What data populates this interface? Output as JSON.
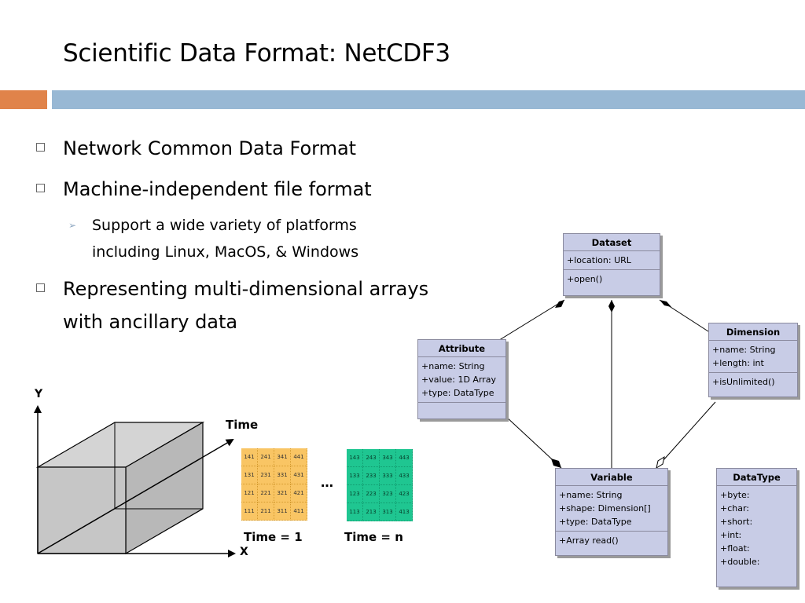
{
  "slide": {
    "title": "Scientific Data Format: NetCDF3",
    "bullets": [
      {
        "text": "Network Common Data Format"
      },
      {
        "text": "Machine-independent file format"
      },
      {
        "text": "Representing multi-dimensional arrays"
      },
      {
        "text": "with ancillary data"
      }
    ],
    "sub_bullets": [
      {
        "text": "Support a wide variety of platforms"
      },
      {
        "text": "including Linux, MacOS, & Windows"
      }
    ],
    "colors": {
      "accent_orange": "#E0834A",
      "accent_blue": "#98B8D4"
    }
  },
  "cube": {
    "axis_y": "Y",
    "axis_x": "X",
    "axis_time": "Time",
    "label_time1": "Time = 1",
    "label_timen": "Time = n",
    "ellipsis": "…",
    "grid1": [
      [
        "141",
        "241",
        "341",
        "441"
      ],
      [
        "131",
        "231",
        "331",
        "431"
      ],
      [
        "121",
        "221",
        "321",
        "421"
      ],
      [
        "111",
        "211",
        "311",
        "411"
      ]
    ],
    "grid2": [
      [
        "143",
        "243",
        "343",
        "443"
      ],
      [
        "133",
        "233",
        "333",
        "433"
      ],
      [
        "123",
        "223",
        "323",
        "423"
      ],
      [
        "113",
        "213",
        "313",
        "413"
      ]
    ]
  },
  "uml": {
    "dataset": {
      "name": "Dataset",
      "attrs": [
        "+location: URL"
      ],
      "ops": [
        "+open()"
      ]
    },
    "attribute": {
      "name": "Attribute",
      "attrs": [
        "+name: String",
        "+value: 1D Array",
        "+type: DataType"
      ],
      "ops": []
    },
    "dimension": {
      "name": "Dimension",
      "attrs": [
        "+name: String",
        "+length: int"
      ],
      "ops": [
        "+isUnlimited()"
      ]
    },
    "variable": {
      "name": "Variable",
      "attrs": [
        "+name: String",
        "+shape: Dimension[]",
        "+type: DataType"
      ],
      "ops": [
        "+Array read()"
      ]
    },
    "datatype": {
      "name": "DataType",
      "attrs": [
        "+byte:",
        "+char:",
        "+short:",
        "+int:",
        "+float:",
        "+double:"
      ],
      "ops": []
    }
  }
}
